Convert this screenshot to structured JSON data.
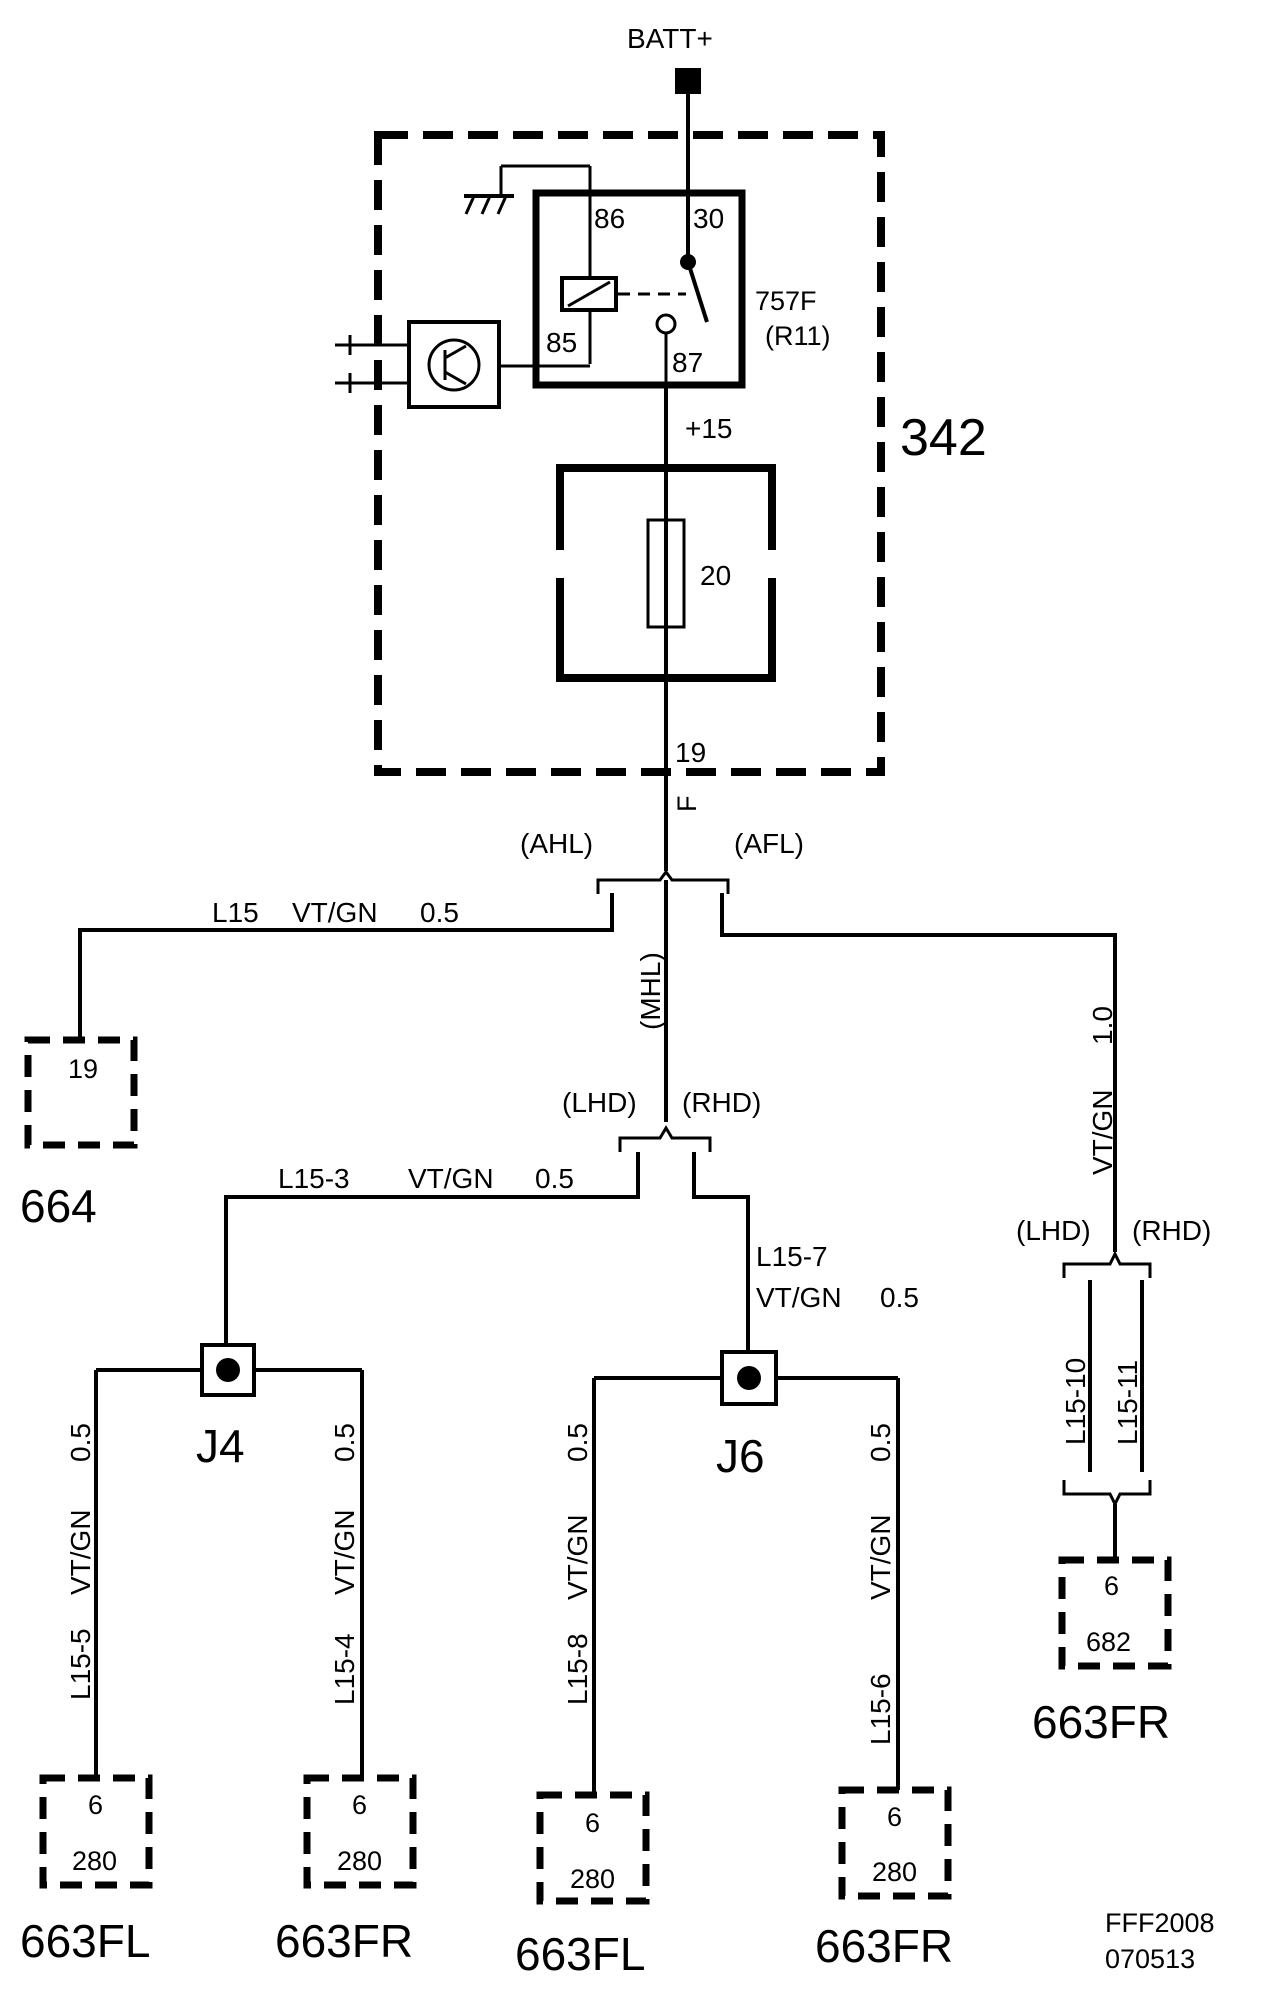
{
  "supply": {
    "label": "BATT+"
  },
  "module": {
    "number": "342",
    "relay": {
      "id": "757F",
      "ref": "(R11)",
      "pin_86": "86",
      "pin_30": "30",
      "pin_85": "85",
      "pin_87": "87"
    },
    "output_label": "+15",
    "fuse": {
      "rating": "20"
    },
    "out_pin": "19",
    "out_conn": "F"
  },
  "variants": {
    "top": {
      "left": "(AHL)",
      "right": "(AFL)",
      "middle": "(MHL)"
    },
    "mid": {
      "left": "(LHD)",
      "right": "(RHD)"
    },
    "right": {
      "left": "(LHD)",
      "right": "(RHD)"
    }
  },
  "wires": {
    "l15": {
      "id": "L15",
      "color": "VT/GN",
      "size": "0.5"
    },
    "right_trunk": {
      "color": "VT/GN",
      "size": "1.0"
    },
    "l15_3": {
      "id": "L15-3",
      "color": "VT/GN",
      "size": "0.5"
    },
    "l15_7": {
      "id": "L15-7",
      "color": "VT/GN",
      "size": "0.5"
    },
    "l15_10": "L15-10",
    "l15_11": "L15-11",
    "l15_5": {
      "id": "L15-5",
      "color": "VT/GN",
      "size": "0.5"
    },
    "l15_4": {
      "id": "L15-4",
      "color": "VT/GN",
      "size": "0.5"
    },
    "l15_8": {
      "id": "L15-8",
      "color": "VT/GN",
      "size": "0.5"
    },
    "l15_6": {
      "id": "L15-6",
      "color": "VT/GN",
      "size": "0.5"
    }
  },
  "splices": {
    "j4": "J4",
    "j6": "J6"
  },
  "connectors": {
    "c664": {
      "pin": "19",
      "label": "664"
    },
    "c682": {
      "pin": "6",
      "sub": "682",
      "label": "663FR"
    },
    "c1": {
      "pin": "6",
      "sub": "280",
      "label": "663FL"
    },
    "c2": {
      "pin": "6",
      "sub": "280",
      "label": "663FR"
    },
    "c3": {
      "pin": "6",
      "sub": "280",
      "label": "663FL"
    },
    "c4": {
      "pin": "6",
      "sub": "280",
      "label": "663FR"
    }
  },
  "footer": {
    "code": "FFF2008",
    "date": "070513"
  }
}
